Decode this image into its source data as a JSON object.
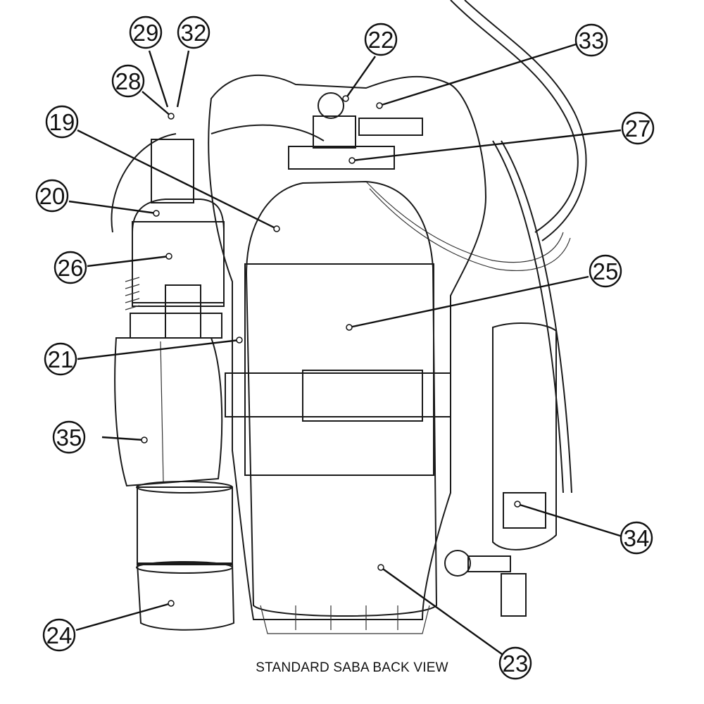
{
  "caption": "STANDARD SABA BACK VIEW",
  "callouts": [
    {
      "id": "19",
      "label": "19"
    },
    {
      "id": "20",
      "label": "20"
    },
    {
      "id": "21",
      "label": "21"
    },
    {
      "id": "22",
      "label": "22"
    },
    {
      "id": "23",
      "label": "23"
    },
    {
      "id": "24",
      "label": "24"
    },
    {
      "id": "25",
      "label": "25"
    },
    {
      "id": "26",
      "label": "26"
    },
    {
      "id": "27",
      "label": "27"
    },
    {
      "id": "28",
      "label": "28"
    },
    {
      "id": "29",
      "label": "29"
    },
    {
      "id": "32",
      "label": "32"
    },
    {
      "id": "33",
      "label": "33"
    },
    {
      "id": "34",
      "label": "34"
    },
    {
      "id": "35",
      "label": "35"
    }
  ]
}
